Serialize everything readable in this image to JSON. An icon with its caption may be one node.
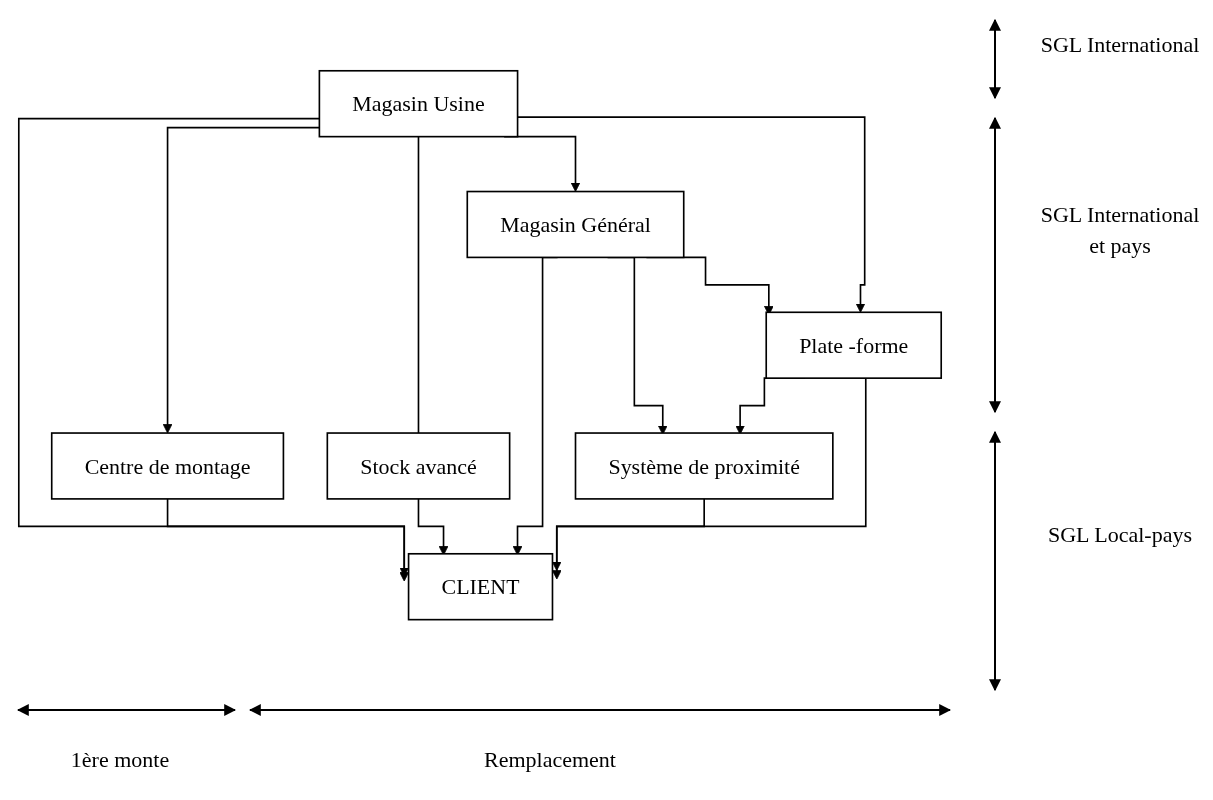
{
  "diagram": {
    "nodes": [
      {
        "text": [
          "Magasin Usine"
        ]
      },
      {
        "text": [
          "Centre de montage"
        ]
      },
      {
        "text": [
          "Magasin Général"
        ]
      },
      {
        "text": [
          "Plate -forme"
        ]
      },
      {
        "text": [
          "Système de proximité"
        ]
      },
      {
        "text": [
          "Stock avancé"
        ]
      },
      {
        "text": [
          "CLIENT"
        ]
      }
    ],
    "edges": [
      {
        "from": 0,
        "to": 6,
        "arrow": "to"
      },
      {
        "from": 0,
        "to": 1,
        "arrow": "to"
      },
      {
        "from": 0,
        "to": 5,
        "arrow": "none"
      },
      {
        "from": 0,
        "to": 2,
        "arrow": "to"
      },
      {
        "from": 0,
        "to": 3,
        "arrow": "to"
      },
      {
        "from": 1,
        "to": 6,
        "arrow": "to"
      },
      {
        "from": 2,
        "to": 6,
        "arrow": "to"
      },
      {
        "from": 2,
        "to": 4,
        "arrow": "to"
      },
      {
        "from": 2,
        "to": 3,
        "arrow": "to"
      },
      {
        "from": 3,
        "to": 4,
        "arrow": "to"
      },
      {
        "from": 3,
        "to": 6,
        "arrow": "to"
      },
      {
        "from": 4,
        "to": 6,
        "arrow": "to"
      },
      {
        "from": 5,
        "to": 6,
        "arrow": "to"
      }
    ],
    "labels": [
      "SGL International",
      "SGL International et pays",
      "SGL Local-pays",
      "1ère monte",
      "Remplacement"
    ]
  }
}
